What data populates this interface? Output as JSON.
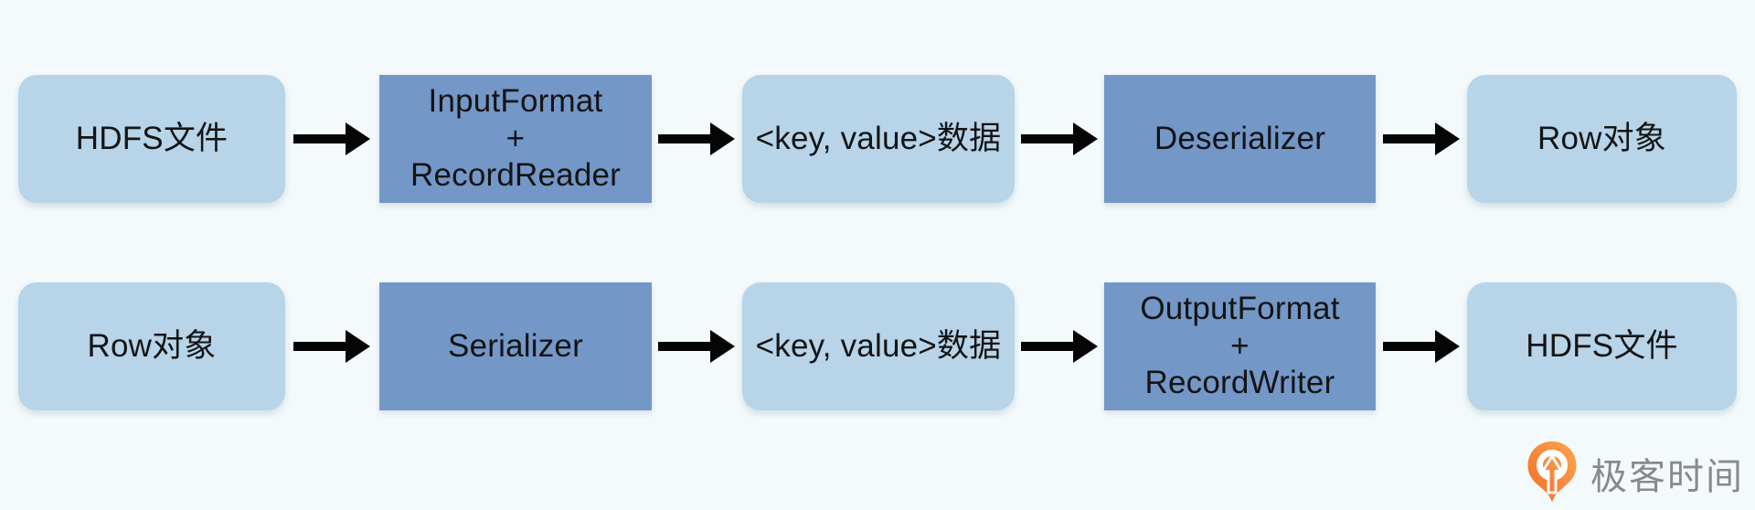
{
  "diagram": {
    "rows": [
      {
        "name": "deserialization-flow",
        "nodes": [
          {
            "label": "HDFS文件",
            "style": "light"
          },
          {
            "label": "InputFormat\n+\nRecordReader",
            "style": "dark"
          },
          {
            "label": "<key, value>数据",
            "style": "light"
          },
          {
            "label": "Deserializer",
            "style": "dark"
          },
          {
            "label": "Row对象",
            "style": "light"
          }
        ]
      },
      {
        "name": "serialization-flow",
        "nodes": [
          {
            "label": "Row对象",
            "style": "light"
          },
          {
            "label": "Serializer",
            "style": "dark"
          },
          {
            "label": "<key, value>数据",
            "style": "light"
          },
          {
            "label": "OutputFormat\n+\nRecordWriter",
            "style": "dark"
          },
          {
            "label": "HDFS文件",
            "style": "light"
          }
        ]
      }
    ],
    "arrow_direction": "right"
  },
  "branding": {
    "logo_text": "极客时间",
    "logo_icon": "geektime-pin-icon"
  },
  "colors": {
    "background": "#f4fafb",
    "light_box": "#b7d4e8",
    "dark_box": "#7397c7",
    "arrow": "#050505",
    "text": "#141414",
    "logo_orange_light": "#fca54f",
    "logo_orange_dark": "#f26c28",
    "logo_text_gray": "#87898c"
  }
}
